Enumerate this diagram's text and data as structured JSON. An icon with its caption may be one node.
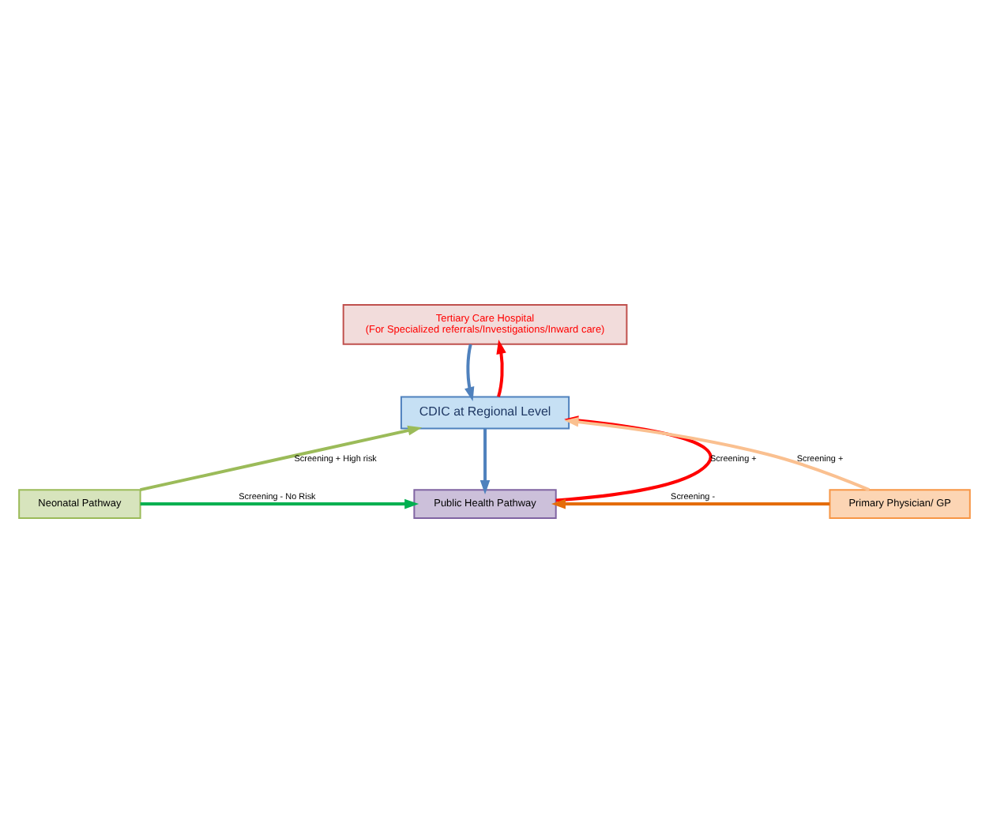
{
  "diagram": {
    "nodes": [
      {
        "text": [
          "Tertiary Care Hospital",
          "(For Specialized referrals/Investigations/Inward care)"
        ]
      },
      {
        "text": [
          "CDIC at Regional Level"
        ]
      },
      {
        "text": [
          "Neonatal Pathway"
        ]
      },
      {
        "text": [
          "Public Health Pathway"
        ]
      },
      {
        "text": [
          "Primary Physician/ GP"
        ]
      }
    ],
    "edges": [
      {
        "from": 1,
        "to": 0,
        "arrow": "to",
        "color": "#ff0000"
      },
      {
        "from": 0,
        "to": 1,
        "arrow": "to",
        "color": "#4f81bd"
      },
      {
        "from": 2,
        "to": 1,
        "arrow": "to",
        "label": "Screening + High risk",
        "color": "#9bbb59"
      },
      {
        "from": 3,
        "to": 1,
        "arrow": "to",
        "label": "Screening +",
        "color": "#ff0000"
      },
      {
        "from": 1,
        "to": 3,
        "arrow": "to",
        "color": "#4f81bd"
      },
      {
        "from": 4,
        "to": 1,
        "arrow": "to",
        "label": "Screening +",
        "color": "#fac090"
      },
      {
        "from": 2,
        "to": 3,
        "arrow": "to",
        "label": "Screening - No Risk",
        "color": "#00b050"
      },
      {
        "from": 4,
        "to": 3,
        "arrow": "to",
        "label": "Screening -",
        "color": "#e46c0a"
      }
    ]
  }
}
